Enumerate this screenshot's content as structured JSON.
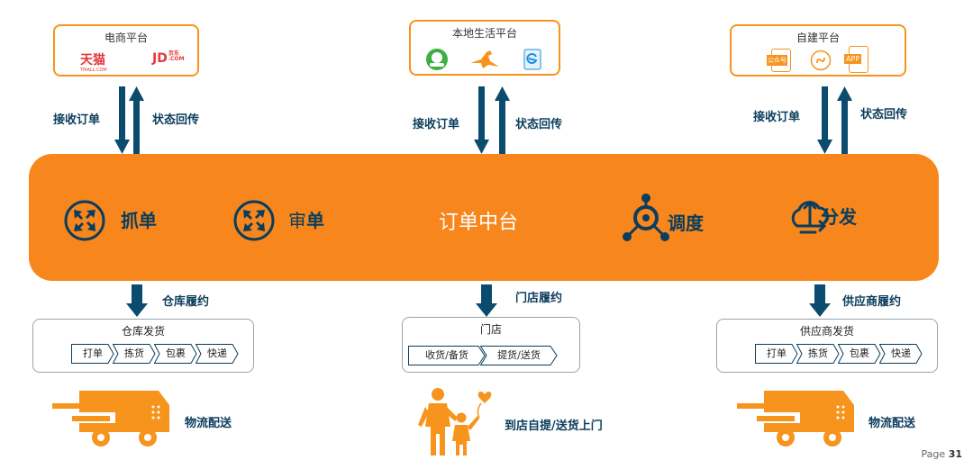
{
  "platforms": {
    "ecommerce": {
      "title": "电商平台",
      "logos": [
        "天猫",
        "TMALL.COM",
        "JD",
        "京东",
        ".COM"
      ]
    },
    "local_life": {
      "title": "本地生活平台"
    },
    "self_built": {
      "title": "自建平台",
      "icons": [
        "公众号",
        "APP"
      ]
    }
  },
  "flows": {
    "receive_order": "接收订单",
    "status_return": "状态回传"
  },
  "hub": {
    "center": "订单中台",
    "capture": "抓单",
    "review_prefix": "审",
    "review_suffix": "单",
    "dispatch": "调度",
    "distribute": "分发"
  },
  "fulfilment": {
    "warehouse": {
      "label": "仓库履约",
      "box_title": "仓库发货",
      "steps": [
        "打单",
        "拣货",
        "包裹",
        "快递"
      ]
    },
    "store": {
      "label": "门店履约",
      "box_title": "门店",
      "steps": [
        "收货/备货",
        "提货/送货"
      ]
    },
    "supplier": {
      "label": "供应商履约",
      "box_title": "供应商发货",
      "steps": [
        "打单",
        "拣货",
        "包裹",
        "快递"
      ]
    }
  },
  "delivery": {
    "logistics_left": "物流配送",
    "store_pickup": "到店自提/送货上门",
    "logistics_right": "物流配送"
  },
  "page": {
    "prefix": "Page ",
    "number": "31"
  },
  "colors": {
    "orange": "#f7861d",
    "navy": "#0b3d5c",
    "tmall_red": "#e4393c"
  }
}
